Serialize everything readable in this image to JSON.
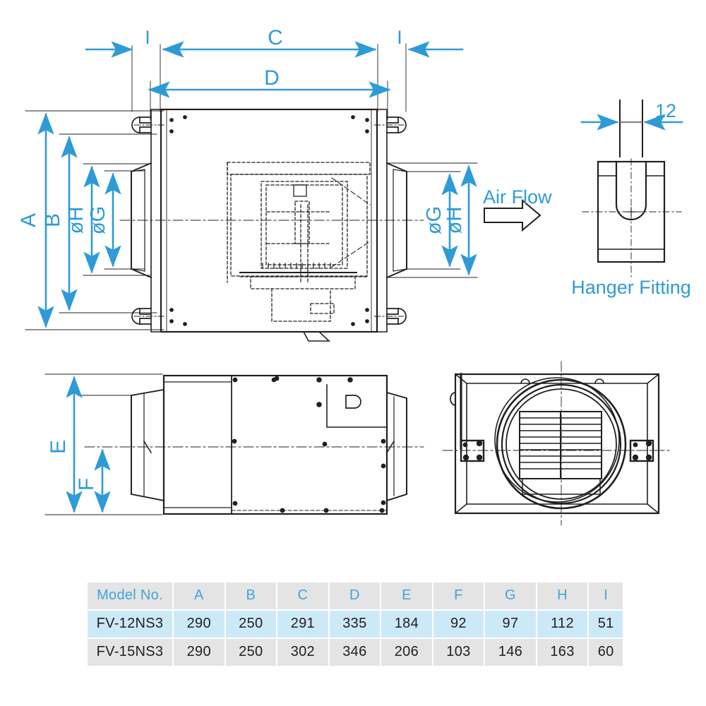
{
  "accent_color": "#2e9bd6",
  "line_color": "#231f20",
  "table_header_bg": "#e4e4e4",
  "table_highlight_bg": "#cce9f8",
  "drawing": {
    "title_airflow": "Air Flow",
    "title_hanger": "Hanger Fitting",
    "hanger_slot_dim": "12",
    "top_view": {
      "dims": {
        "I_left": "I",
        "I_right": "I",
        "C": "C",
        "D": "D",
        "A": "A",
        "B": "B",
        "H_left": "øH",
        "G_left": "øG",
        "G_right": "øG",
        "H_right": "øH"
      }
    },
    "side_view": {
      "dims": {
        "E": "E",
        "F": "F"
      }
    }
  },
  "table": {
    "headers": [
      "Model No.",
      "A",
      "B",
      "C",
      "D",
      "E",
      "F",
      "G",
      "H",
      "I"
    ],
    "rows": [
      {
        "highlight": true,
        "cells": [
          "FV-12NS3",
          "290",
          "250",
          "291",
          "335",
          "184",
          "92",
          "97",
          "112",
          "51"
        ]
      },
      {
        "highlight": false,
        "cells": [
          "FV-15NS3",
          "290",
          "250",
          "302",
          "346",
          "206",
          "103",
          "146",
          "163",
          "60"
        ]
      }
    ]
  }
}
